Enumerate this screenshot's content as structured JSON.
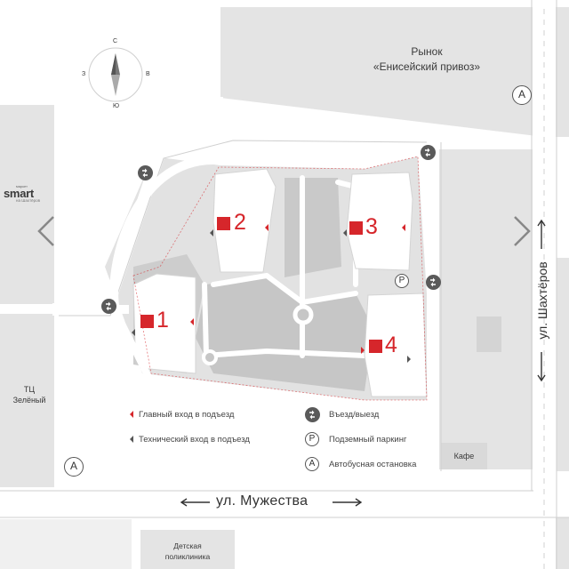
{
  "compass": {
    "n": "С",
    "s": "Ю",
    "w": "З",
    "e": "В"
  },
  "market": {
    "line1": "Рынок",
    "line2": "«Енисейский привоз»"
  },
  "smart": {
    "logo": "smart",
    "sub": "на Шахтёров",
    "super": "маркет"
  },
  "mall": {
    "line1": "ТЦ",
    "line2": "Зелёный"
  },
  "clinic": {
    "line1": "Детская",
    "line2": "поликлиника"
  },
  "cafe": "Кафе",
  "streets": {
    "bottom": "ул. Мужества",
    "right": "ул. Шахтёров"
  },
  "buildings": [
    "1",
    "2",
    "3",
    "4"
  ],
  "parking_letter": "P",
  "bus_letter": "A",
  "legend": {
    "main_entrance": "Главный вход в подъезд",
    "tech_entrance": "Технический вход в подъезд",
    "entry_exit": "Въезд/выезд",
    "parking": "Подземный паркинг",
    "bus_stop": "Автобусная остановка"
  },
  "icons": {
    "prev": "chevron-left-icon",
    "next": "chevron-right-icon",
    "compass": "compass-icon",
    "entry_exit": "entry-exit-icon",
    "parking": "parking-icon",
    "bus_stop": "bus-stop-icon"
  },
  "colors": {
    "accent": "#d6262b",
    "block": "#e3e3e3",
    "courtyard": "#c9c9c9",
    "road": "#ffffff",
    "text": "#3a3a3a"
  }
}
